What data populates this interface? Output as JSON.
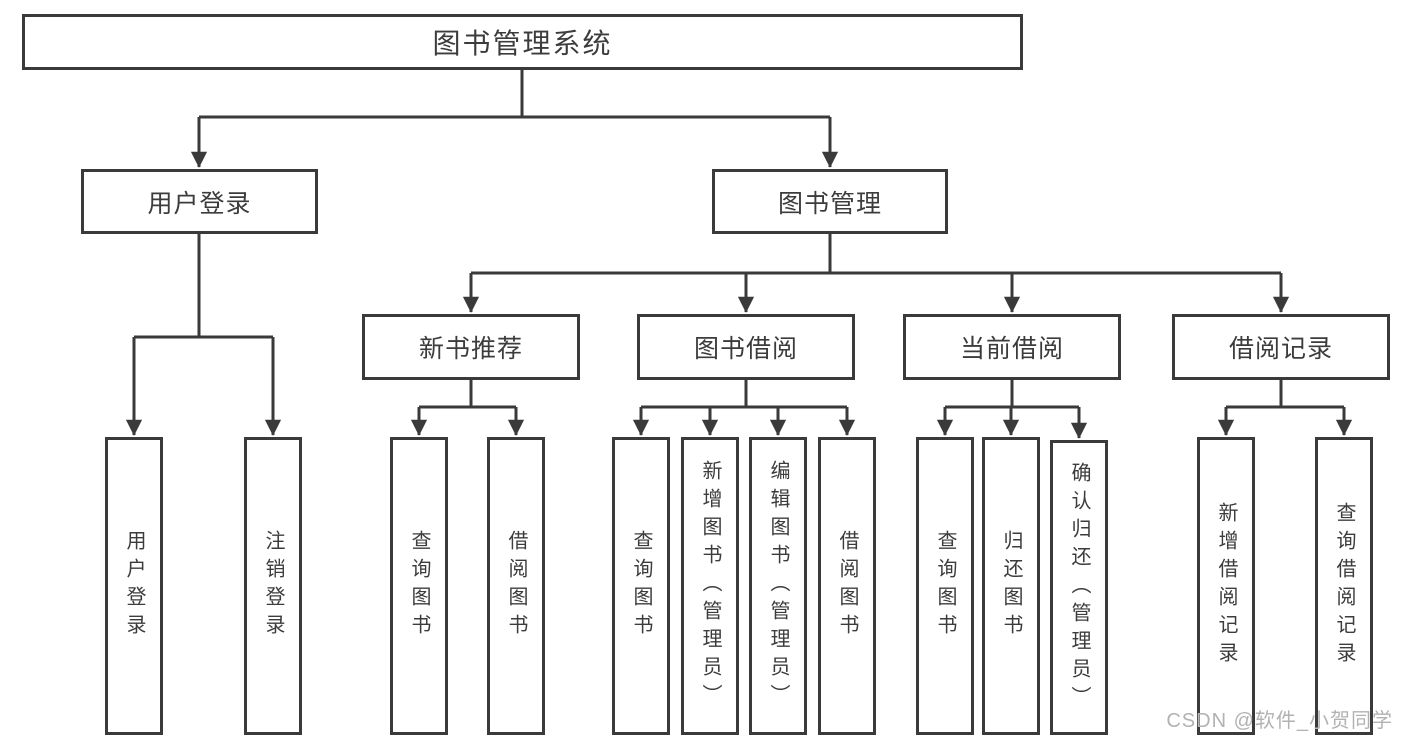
{
  "diagram": {
    "nodes": {
      "root": "图书管理系统",
      "user_login": "用户登录",
      "book_mgmt": "图书管理",
      "new_book_rec": "新书推荐",
      "book_borrow": "图书借阅",
      "current_borrow": "当前借阅",
      "borrow_record": "借阅记录",
      "leaf_user_login": "用户登录",
      "leaf_logout": "注销登录",
      "rec_query_book": "查询图书",
      "rec_borrow_book": "借阅图书",
      "bb_query_book": "查询图书",
      "bb_add_book_admin": "新增图书（管理员）",
      "bb_edit_book_admin": "编辑图书（管理员）",
      "bb_borrow_book": "借阅图书",
      "cb_query_book": "查询图书",
      "cb_return_book": "归还图书",
      "cb_confirm_return_admin": "确认归还（管理员）",
      "br_add_record": "新增借阅记录",
      "br_query_record": "查询借阅记录"
    },
    "colors": {
      "line": "#3a3a3a",
      "text": "#3c3c3c",
      "background": "#ffffff",
      "watermark": "#b2b2b2"
    }
  },
  "watermark": "CSDN @软件_小贺同学"
}
